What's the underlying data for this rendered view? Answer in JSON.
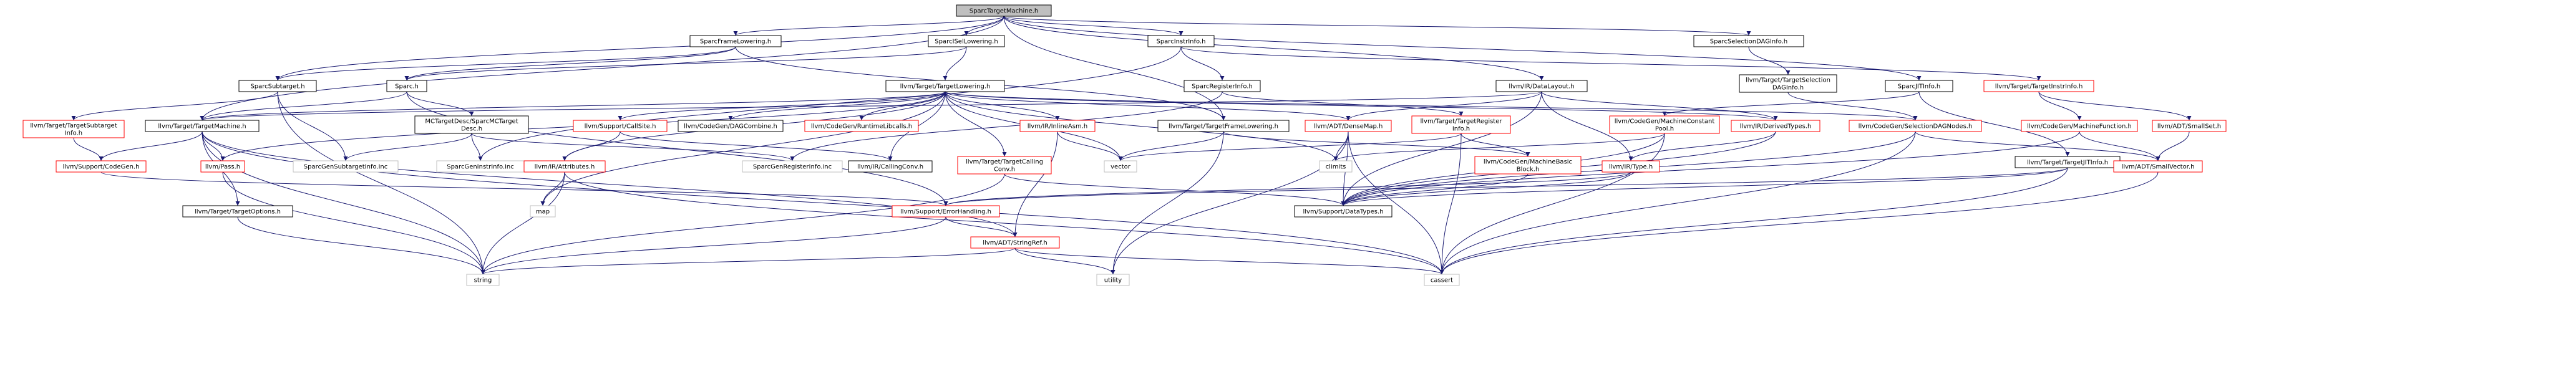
{
  "colors": {
    "edge": "#191970",
    "root_fill": "#bfbfbf",
    "doc_border": "#000000",
    "undocumented_border": "#bfbfbf",
    "truncated_border": "#ff0000"
  },
  "nodes": [
    {
      "id": "root",
      "kind": "root",
      "lines": [
        "SparcTargetMachine.h"
      ]
    },
    {
      "id": "framelowering",
      "kind": "doc",
      "lines": [
        "SparcFrameLowering.h"
      ]
    },
    {
      "id": "isellowering",
      "kind": "doc",
      "lines": [
        "SparcISelLowering.h"
      ]
    },
    {
      "id": "instrinfo",
      "kind": "doc",
      "lines": [
        "SparcInstrInfo.h"
      ]
    },
    {
      "id": "seldaginfo",
      "kind": "doc",
      "lines": [
        "SparcSelectionDAGInfo.h"
      ]
    },
    {
      "id": "jitinfo",
      "kind": "doc",
      "lines": [
        "SparcJITInfo.h"
      ]
    },
    {
      "id": "subtarget",
      "kind": "doc",
      "lines": [
        "SparcSubtarget.h"
      ]
    },
    {
      "id": "sparc",
      "kind": "doc",
      "lines": [
        "Sparc.h"
      ]
    },
    {
      "id": "tlowering",
      "kind": "doc",
      "lines": [
        "llvm/Target/TargetLowering.h"
      ]
    },
    {
      "id": "reginfo",
      "kind": "doc",
      "lines": [
        "SparcRegisterInfo.h"
      ]
    },
    {
      "id": "datalayout",
      "kind": "doc",
      "lines": [
        "llvm/IR/DataLayout.h"
      ]
    },
    {
      "id": "tseldaginfo",
      "kind": "doc",
      "lines": [
        "llvm/Target/TargetSelection",
        "DAGInfo.h"
      ]
    },
    {
      "id": "tinstrinfo",
      "kind": "red",
      "lines": [
        "llvm/Target/TargetInstrInfo.h"
      ]
    },
    {
      "id": "tsubtargetinfo",
      "kind": "red",
      "lines": [
        "llvm/Target/TargetSubtarget",
        "Info.h"
      ]
    },
    {
      "id": "tmachine",
      "kind": "doc",
      "lines": [
        "llvm/Target/TargetMachine.h"
      ]
    },
    {
      "id": "mctargetdesc",
      "kind": "doc",
      "lines": [
        "MCTargetDesc/SparcMCTarget",
        "Desc.h"
      ]
    },
    {
      "id": "callsite",
      "kind": "red",
      "lines": [
        "llvm/Support/CallSite.h"
      ]
    },
    {
      "id": "dagcombine",
      "kind": "doc",
      "lines": [
        "llvm/CodeGen/DAGCombine.h"
      ]
    },
    {
      "id": "runtimelibcalls",
      "kind": "red",
      "lines": [
        "llvm/CodeGen/RuntimeLibcalls.h"
      ]
    },
    {
      "id": "inlineasm",
      "kind": "red",
      "lines": [
        "llvm/IR/InlineAsm.h"
      ]
    },
    {
      "id": "tframelowering",
      "kind": "doc",
      "lines": [
        "llvm/Target/TargetFrameLowering.h"
      ]
    },
    {
      "id": "densemap",
      "kind": "red",
      "lines": [
        "llvm/ADT/DenseMap.h"
      ]
    },
    {
      "id": "tregisterinfo",
      "kind": "red",
      "lines": [
        "llvm/Target/TargetRegister",
        "Info.h"
      ]
    },
    {
      "id": "cgmcp",
      "kind": "red",
      "lines": [
        "llvm/CodeGen/MachineConstant",
        "Pool.h"
      ]
    },
    {
      "id": "derivedtypes",
      "kind": "red",
      "lines": [
        "llvm/IR/DerivedTypes.h"
      ]
    },
    {
      "id": "seldagnodes",
      "kind": "red",
      "lines": [
        "llvm/CodeGen/SelectionDAGNodes.h"
      ]
    },
    {
      "id": "machinefunction",
      "kind": "red",
      "lines": [
        "llvm/CodeGen/MachineFunction.h"
      ]
    },
    {
      "id": "smallset",
      "kind": "red",
      "lines": [
        "llvm/ADT/SmallSet.h"
      ]
    },
    {
      "id": "supportcodegen",
      "kind": "red",
      "lines": [
        "llvm/Support/CodeGen.h"
      ]
    },
    {
      "id": "pass",
      "kind": "red",
      "lines": [
        "llvm/Pass.h"
      ]
    },
    {
      "id": "subtargetinfo_inc",
      "kind": "missing",
      "lines": [
        "SparcGenSubtargetInfo.inc"
      ]
    },
    {
      "id": "instrinfo_inc",
      "kind": "missing",
      "lines": [
        "SparcGenInstrInfo.inc"
      ]
    },
    {
      "id": "attributes",
      "kind": "red",
      "lines": [
        "llvm/IR/Attributes.h"
      ]
    },
    {
      "id": "registerinfo_inc",
      "kind": "missing",
      "lines": [
        "SparcGenRegisterInfo.inc"
      ]
    },
    {
      "id": "callingconv",
      "kind": "doc",
      "lines": [
        "llvm/IR/CallingConv.h"
      ]
    },
    {
      "id": "tcallingconv",
      "kind": "red",
      "lines": [
        "llvm/Target/TargetCalling",
        "Conv.h"
      ]
    },
    {
      "id": "vector",
      "kind": "missing",
      "lines": [
        "vector"
      ]
    },
    {
      "id": "climits",
      "kind": "missing",
      "lines": [
        "climits"
      ]
    },
    {
      "id": "machinebasicblock",
      "kind": "red",
      "lines": [
        "llvm/CodeGen/MachineBasic",
        "Block.h"
      ]
    },
    {
      "id": "irtype",
      "kind": "red",
      "lines": [
        "llvm/IR/Type.h"
      ]
    },
    {
      "id": "tjitinfo",
      "kind": "doc",
      "lines": [
        "llvm/Target/TargetJITInfo.h"
      ]
    },
    {
      "id": "smallvector",
      "kind": "red",
      "lines": [
        "llvm/ADT/SmallVector.h"
      ]
    },
    {
      "id": "map",
      "kind": "missing",
      "lines": [
        "map"
      ]
    },
    {
      "id": "erranghandling",
      "kind": "red",
      "lines": [
        "llvm/Support/ErrorHandling.h"
      ]
    },
    {
      "id": "datatypes",
      "kind": "doc",
      "lines": [
        "llvm/Support/DataTypes.h"
      ]
    },
    {
      "id": "toptions",
      "kind": "doc",
      "lines": [
        "llvm/Target/TargetOptions.h"
      ]
    },
    {
      "id": "stringref",
      "kind": "red",
      "lines": [
        "llvm/ADT/StringRef.h"
      ]
    },
    {
      "id": "string",
      "kind": "missing",
      "lines": [
        "string"
      ]
    },
    {
      "id": "utility",
      "kind": "missing",
      "lines": [
        "utility"
      ]
    },
    {
      "id": "cassert",
      "kind": "missing",
      "lines": [
        "cassert"
      ]
    }
  ],
  "edges": [
    [
      "root",
      "framelowering"
    ],
    [
      "root",
      "isellowering"
    ],
    [
      "root",
      "instrinfo"
    ],
    [
      "root",
      "seldaginfo"
    ],
    [
      "root",
      "jitinfo"
    ],
    [
      "root",
      "subtarget"
    ],
    [
      "root",
      "tmachine"
    ],
    [
      "root",
      "datalayout"
    ],
    [
      "root",
      "tframelowering"
    ],
    [
      "framelowering",
      "sparc"
    ],
    [
      "framelowering",
      "subtarget"
    ],
    [
      "framelowering",
      "tframelowering"
    ],
    [
      "isellowering",
      "sparc"
    ],
    [
      "isellowering",
      "tlowering"
    ],
    [
      "instrinfo",
      "reginfo"
    ],
    [
      "instrinfo",
      "tinstrinfo"
    ],
    [
      "instrinfo",
      "instrinfo_inc"
    ],
    [
      "seldaginfo",
      "tseldaginfo"
    ],
    [
      "jitinfo",
      "tjitinfo"
    ],
    [
      "jitinfo",
      "cgmcp"
    ],
    [
      "subtarget",
      "tsubtargetinfo"
    ],
    [
      "subtarget",
      "subtargetinfo_inc"
    ],
    [
      "subtarget",
      "string"
    ],
    [
      "sparc",
      "mctargetdesc"
    ],
    [
      "sparc",
      "tmachine"
    ],
    [
      "sparc",
      "erranghandling"
    ],
    [
      "tlowering",
      "tmachine"
    ],
    [
      "tlowering",
      "callsite"
    ],
    [
      "tlowering",
      "dagcombine"
    ],
    [
      "tlowering",
      "runtimelibcalls"
    ],
    [
      "tlowering",
      "inlineasm"
    ],
    [
      "tlowering",
      "tcallingconv"
    ],
    [
      "tlowering",
      "densemap"
    ],
    [
      "tlowering",
      "seldagnodes"
    ],
    [
      "tlowering",
      "callingconv"
    ],
    [
      "tlowering",
      "attributes"
    ],
    [
      "tlowering",
      "pass"
    ],
    [
      "tlowering",
      "map"
    ],
    [
      "tlowering",
      "vector"
    ],
    [
      "tlowering",
      "climits"
    ],
    [
      "tlowering",
      "derivedtypes"
    ],
    [
      "reginfo",
      "tregisterinfo"
    ],
    [
      "reginfo",
      "registerinfo_inc"
    ],
    [
      "datalayout",
      "densemap"
    ],
    [
      "datalayout",
      "derivedtypes"
    ],
    [
      "datalayout",
      "irtype"
    ],
    [
      "datalayout",
      "tmachine"
    ],
    [
      "datalayout",
      "datatypes"
    ],
    [
      "tseldaginfo",
      "seldagnodes"
    ],
    [
      "tinstrinfo",
      "machinefunction"
    ],
    [
      "tinstrinfo",
      "smallset"
    ],
    [
      "tsubtargetinfo",
      "supportcodegen"
    ],
    [
      "tmachine",
      "supportcodegen"
    ],
    [
      "tmachine",
      "pass"
    ],
    [
      "tmachine",
      "toptions"
    ],
    [
      "tmachine",
      "stringref"
    ],
    [
      "tmachine",
      "string"
    ],
    [
      "tmachine",
      "cassert"
    ],
    [
      "mctargetdesc",
      "subtargetinfo_inc"
    ],
    [
      "mctargetdesc",
      "instrinfo_inc"
    ],
    [
      "mctargetdesc",
      "registerinfo_inc"
    ],
    [
      "callsite",
      "attributes"
    ],
    [
      "callsite",
      "callingconv"
    ],
    [
      "inlineasm",
      "vector"
    ],
    [
      "inlineasm",
      "stringref"
    ],
    [
      "tframelowering",
      "vector"
    ],
    [
      "tframelowering",
      "utility"
    ],
    [
      "tframelowering",
      "machinebasicblock"
    ],
    [
      "densemap",
      "climits"
    ],
    [
      "densemap",
      "cassert"
    ],
    [
      "densemap",
      "utility"
    ],
    [
      "densemap",
      "datatypes"
    ],
    [
      "tregisterinfo",
      "machinebasicblock"
    ],
    [
      "tregisterinfo",
      "cassert"
    ],
    [
      "tregisterinfo",
      "vector"
    ],
    [
      "cgmcp",
      "climits"
    ],
    [
      "cgmcp",
      "datatypes"
    ],
    [
      "cgmcp",
      "cassert"
    ],
    [
      "derivedtypes",
      "irtype"
    ],
    [
      "derivedtypes",
      "datatypes"
    ],
    [
      "seldagnodes",
      "smallvector"
    ],
    [
      "seldagnodes",
      "datatypes"
    ],
    [
      "seldagnodes",
      "cassert"
    ],
    [
      "machinefunction",
      "datatypes"
    ],
    [
      "machinefunction",
      "smallvector"
    ],
    [
      "smallset",
      "smallvector"
    ],
    [
      "supportcodegen",
      "erranghandling"
    ],
    [
      "pass",
      "string"
    ],
    [
      "attributes",
      "string"
    ],
    [
      "attributes",
      "map"
    ],
    [
      "attributes",
      "cassert"
    ],
    [
      "tcallingconv",
      "string"
    ],
    [
      "tcallingconv",
      "datatypes"
    ],
    [
      "machinebasicblock",
      "datatypes"
    ],
    [
      "irtype",
      "datatypes"
    ],
    [
      "irtype",
      "erranghandling"
    ],
    [
      "tjitinfo",
      "datatypes"
    ],
    [
      "tjitinfo",
      "cassert"
    ],
    [
      "tjitinfo",
      "erranghandling"
    ],
    [
      "smallvector",
      "cassert"
    ],
    [
      "erranghandling",
      "stringref"
    ],
    [
      "erranghandling",
      "string"
    ],
    [
      "toptions",
      "string"
    ],
    [
      "stringref",
      "string"
    ],
    [
      "stringref",
      "utility"
    ],
    [
      "stringref",
      "cassert"
    ]
  ]
}
